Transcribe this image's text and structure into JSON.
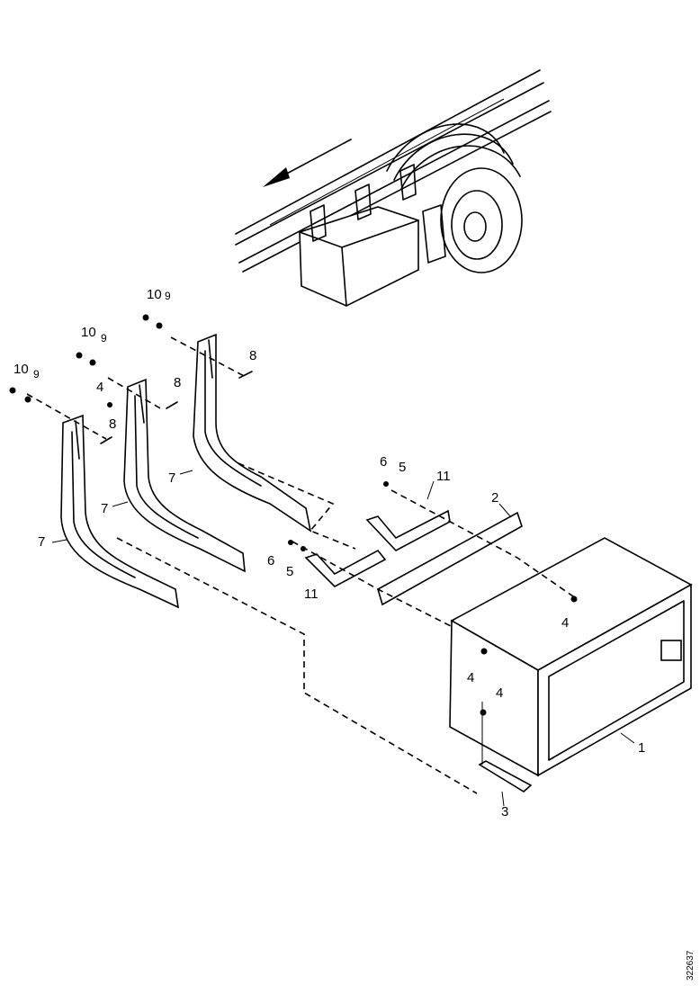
{
  "callouts": {
    "c1": "1",
    "c2": "2",
    "c3": "3",
    "c4": "4",
    "c5": "5",
    "c6": "6",
    "c7": "7",
    "c8": "8",
    "c9": "9",
    "c10": "10",
    "c11": "11"
  },
  "drawing_number": "322637"
}
